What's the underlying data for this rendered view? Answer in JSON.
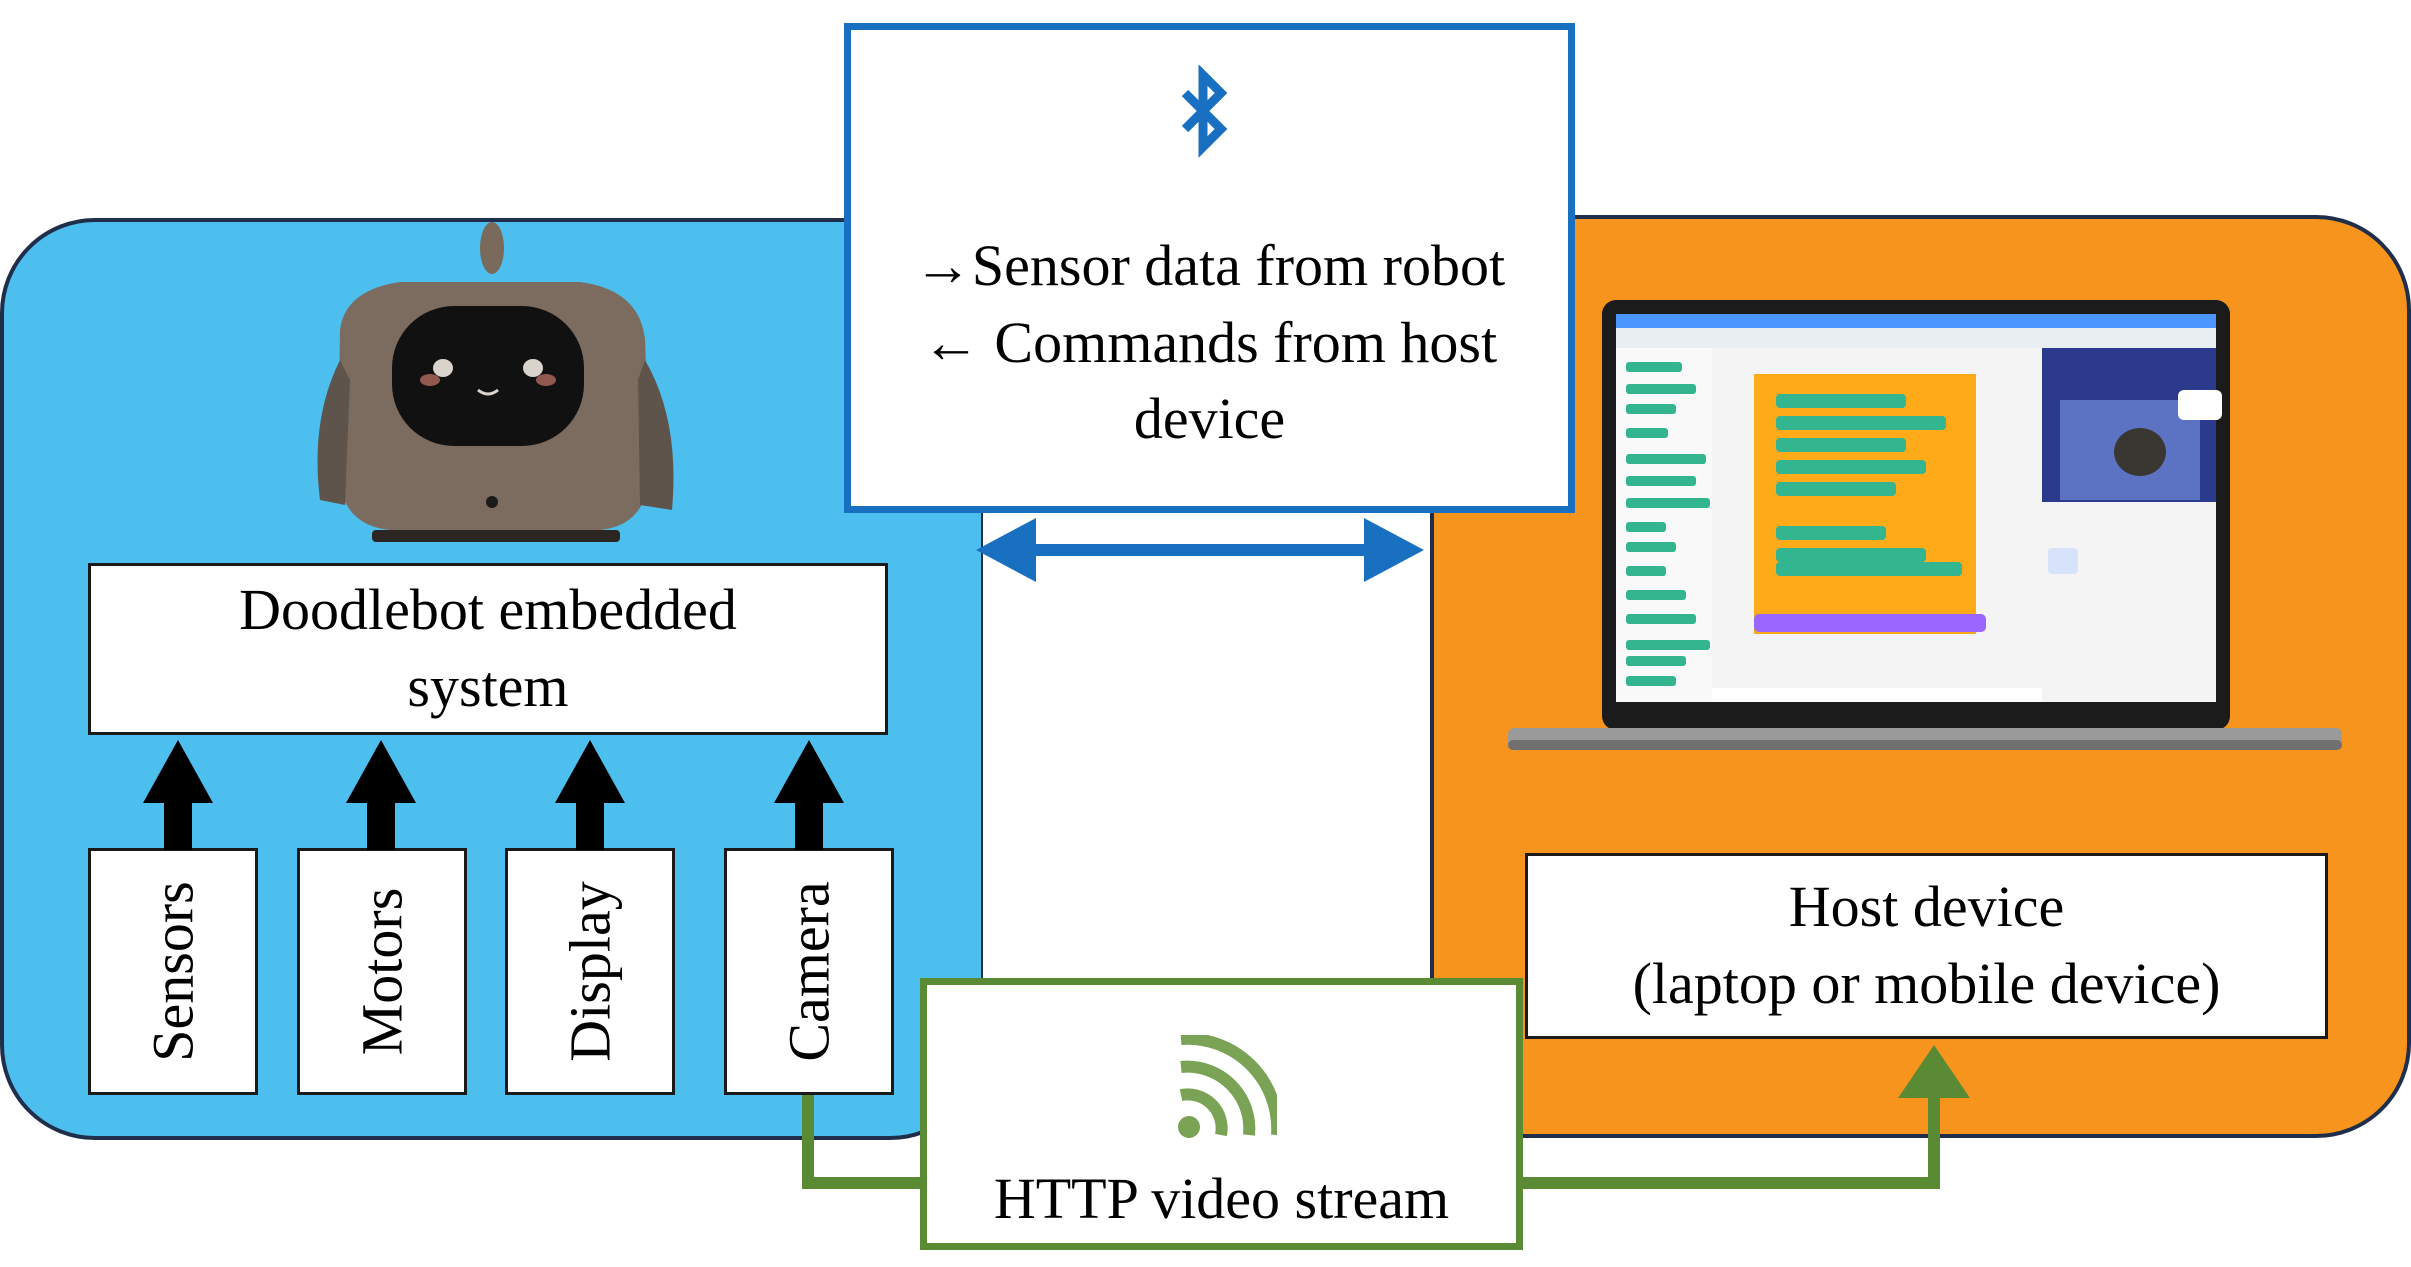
{
  "embedded_system": {
    "label": "Doodlebot embedded\nsystem",
    "components": [
      {
        "label": "Sensors"
      },
      {
        "label": "Motors"
      },
      {
        "label": "Display"
      },
      {
        "label": "Camera"
      }
    ]
  },
  "bluetooth_link": {
    "icon": "bluetooth-icon",
    "text": "→Sensor data from robot\n← Commands from host\ndevice"
  },
  "http_link": {
    "icon": "wifi-signal-icon",
    "text": "HTTP video stream"
  },
  "host_device": {
    "label": "Host device\n(laptop or mobile device)"
  },
  "colors": {
    "robot_panel": "#4dbfee",
    "host_panel": "#f7941d",
    "bluetooth": "#1a70c0",
    "http": "#5b8a34"
  }
}
